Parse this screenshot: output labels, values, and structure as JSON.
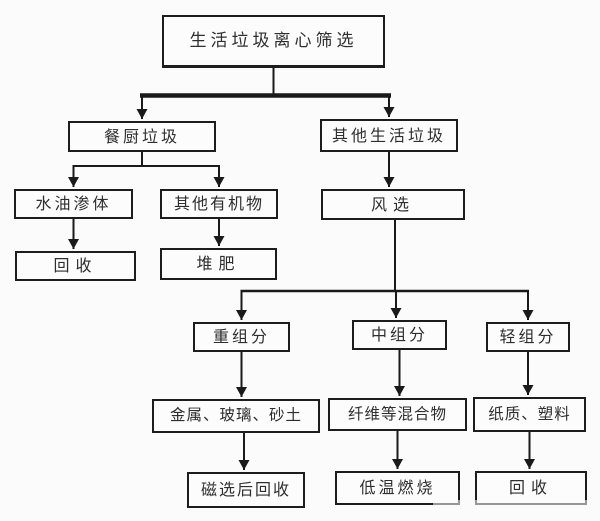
{
  "diagram": {
    "type": "flowchart",
    "background_color": "#fbfbfb",
    "line_color": "#1a1a1a",
    "box_border_color": "#1d1d1d",
    "text_color": "#2e2e2e",
    "nodes": [
      {
        "id": "root",
        "label": "生活垃圾离心筛选"
      },
      {
        "id": "kitchen-waste",
        "label": "餐厨垃圾"
      },
      {
        "id": "other-household-waste",
        "label": "其他生活垃圾"
      },
      {
        "id": "water-oil-seepage",
        "label": "水油渗体"
      },
      {
        "id": "other-organics",
        "label": "其他有机物"
      },
      {
        "id": "air-classification",
        "label": "风选"
      },
      {
        "id": "recycle-left",
        "label": "回收"
      },
      {
        "id": "compost",
        "label": "堆肥"
      },
      {
        "id": "heavy-fraction",
        "label": "重组分"
      },
      {
        "id": "middle-fraction",
        "label": "中组分"
      },
      {
        "id": "light-fraction",
        "label": "轻组分"
      },
      {
        "id": "metal-glass-sand",
        "label": "金属、玻璃、砂土"
      },
      {
        "id": "fiber-mixture",
        "label": "纤维等混合物"
      },
      {
        "id": "paper-plastic",
        "label": "纸质、塑料"
      },
      {
        "id": "magnetic-recycle",
        "label": "磁选后回收"
      },
      {
        "id": "low-temp-combustion",
        "label": "低温燃烧"
      },
      {
        "id": "recycle-right",
        "label": "回收"
      }
    ],
    "edges": [
      {
        "from": "root",
        "to": "kitchen-waste"
      },
      {
        "from": "root",
        "to": "other-household-waste"
      },
      {
        "from": "kitchen-waste",
        "to": "water-oil-seepage"
      },
      {
        "from": "kitchen-waste",
        "to": "other-organics"
      },
      {
        "from": "water-oil-seepage",
        "to": "recycle-left"
      },
      {
        "from": "other-organics",
        "to": "compost"
      },
      {
        "from": "other-household-waste",
        "to": "air-classification"
      },
      {
        "from": "air-classification",
        "to": "heavy-fraction"
      },
      {
        "from": "air-classification",
        "to": "middle-fraction"
      },
      {
        "from": "air-classification",
        "to": "light-fraction"
      },
      {
        "from": "heavy-fraction",
        "to": "metal-glass-sand"
      },
      {
        "from": "middle-fraction",
        "to": "fiber-mixture"
      },
      {
        "from": "light-fraction",
        "to": "paper-plastic"
      },
      {
        "from": "metal-glass-sand",
        "to": "magnetic-recycle"
      },
      {
        "from": "fiber-mixture",
        "to": "low-temp-combustion"
      },
      {
        "from": "paper-plastic",
        "to": "recycle-right"
      }
    ]
  }
}
